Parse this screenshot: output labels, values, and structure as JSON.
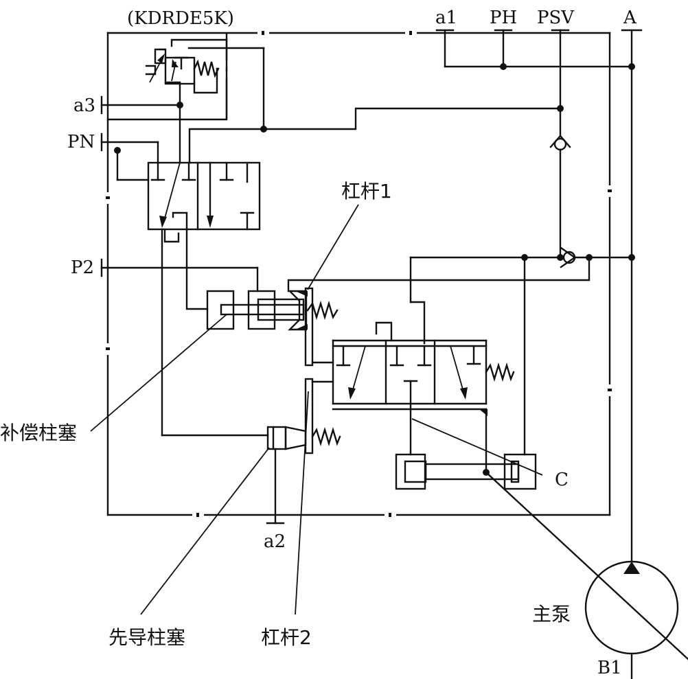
{
  "labels": {
    "model": "(KDRDE5K)",
    "a1": "a1",
    "ph": "PH",
    "psv": "PSV",
    "a": "A",
    "a3": "a3",
    "pn": "PN",
    "p2": "P2",
    "a2": "a2",
    "b1": "B1",
    "c": "C",
    "lever1": "杠杆1",
    "lever2": "杠杆2",
    "compensating_piston": "补偿柱塞",
    "pilot_piston": "先导柱塞",
    "main_pump": "主泵"
  }
}
